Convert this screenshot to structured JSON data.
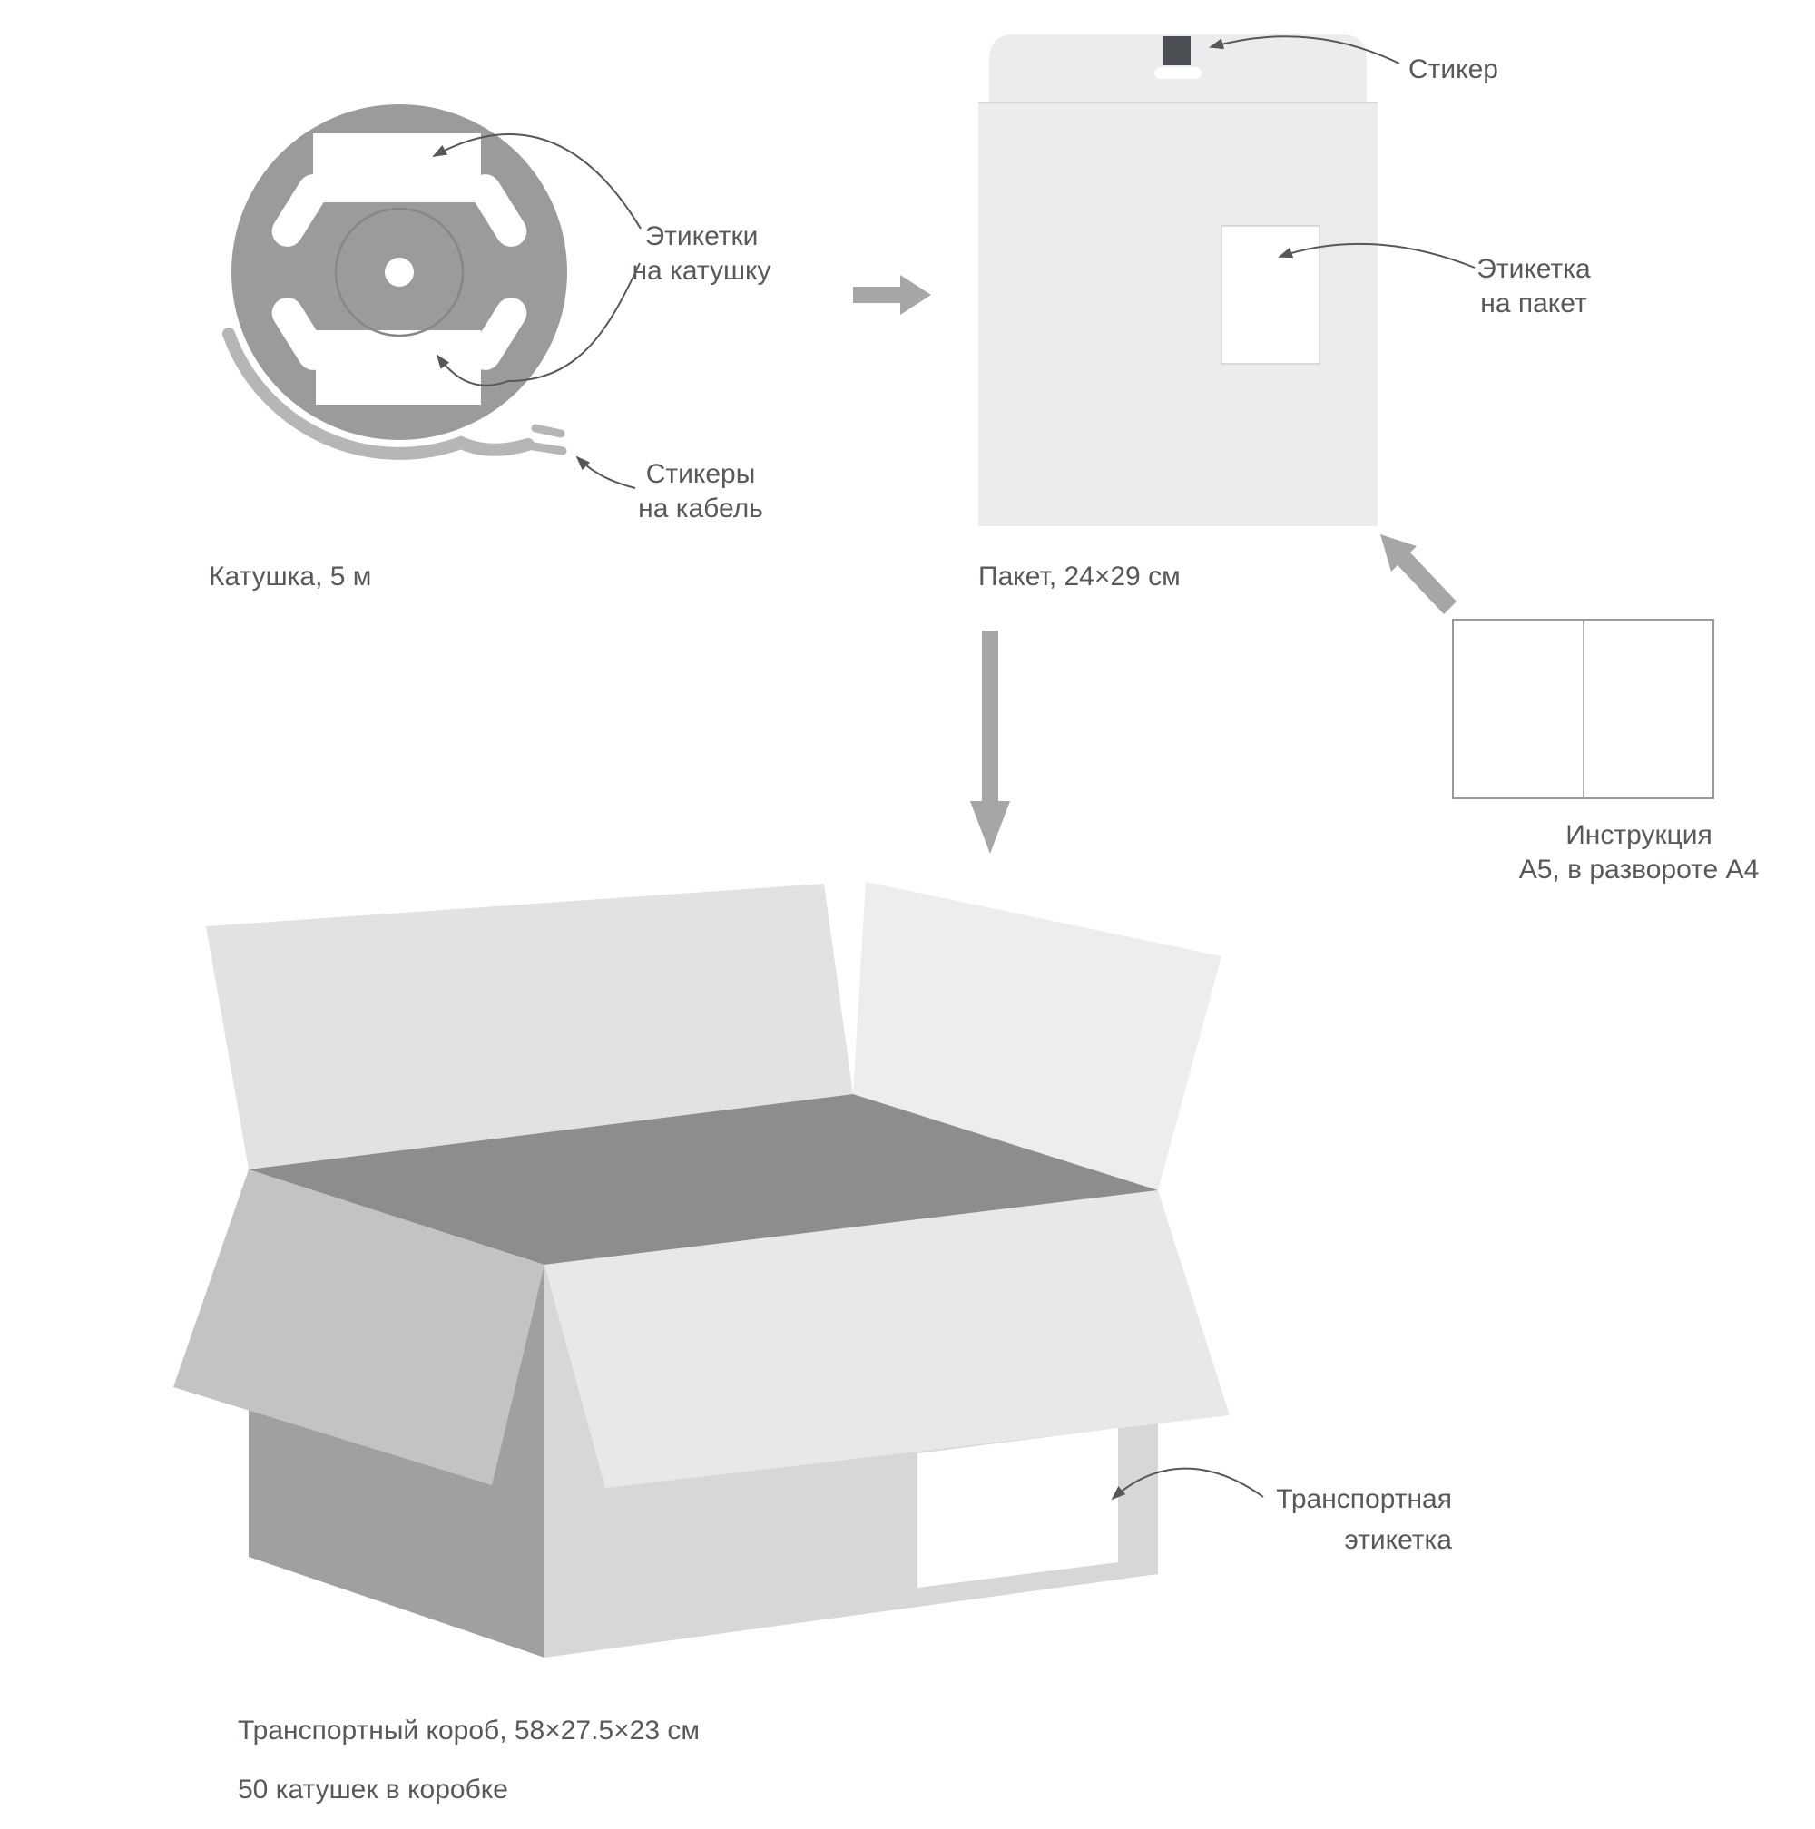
{
  "palette": {
    "text": "#565a5e",
    "reel_gray": "#9b9b9d",
    "cable_gray": "#b6b6b8",
    "bag_gray": "#ececee",
    "sticker_dark": "#4a4f54",
    "flow_arrow_gray": "#a6a6a8",
    "box_interior_gray": "#8d8d8f",
    "box_face_light": "#d7d7d9",
    "box_face_dark": "#a0a0a2"
  },
  "reel": {
    "caption": "Катушка, 5 м",
    "spool_label_lines": [
      "Этикетки",
      "на катушку"
    ],
    "cable_label_lines": [
      "Стикеры",
      "на кабель"
    ]
  },
  "bag": {
    "caption": "Пакет, 24×29 см",
    "sticker_label": "Стикер",
    "label_lines": [
      "Этикетка",
      "на пакет"
    ]
  },
  "instruction": {
    "caption_lines": [
      "Инструкция",
      "A5, в развороте A4"
    ]
  },
  "box": {
    "caption_lines": [
      "Транспортный короб, 58×27.5×23 см",
      "50 катушек в коробке"
    ],
    "label_lines": [
      "Транспортная",
      "этикетка"
    ]
  }
}
